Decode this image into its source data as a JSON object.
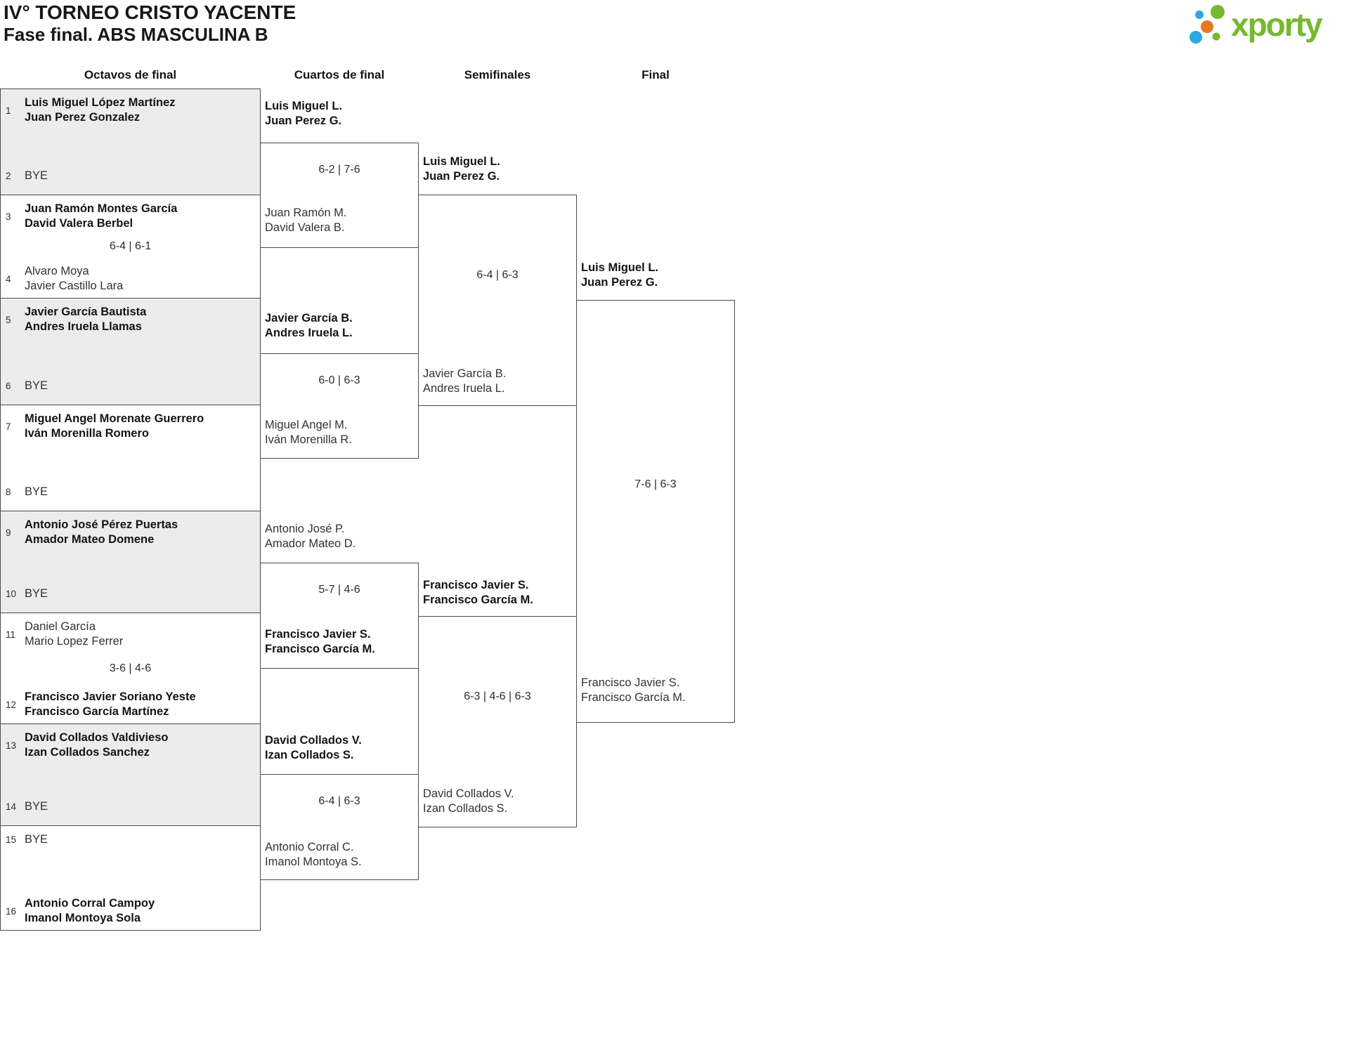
{
  "header": {
    "title": "IV° TORNEO CRISTO YACENTE",
    "subtitle": "Fase final. ABS MASCULINA B"
  },
  "logo": {
    "text": "xporty",
    "green": "#76b82e",
    "blue": "#2ba9e0",
    "orange": "#e87a1e"
  },
  "rounds": [
    "Octavos de final",
    "Cuartos de final",
    "Semifinales",
    "Final"
  ],
  "bracket": {
    "r16": [
      {
        "shaded": true,
        "score": "",
        "team1": {
          "seed": "1",
          "lines": [
            "Luis Miguel López Martínez",
            "Juan Perez Gonzalez"
          ],
          "winner": true
        },
        "team2": {
          "seed": "2",
          "lines": [
            "BYE"
          ],
          "winner": false
        }
      },
      {
        "shaded": false,
        "score": "6-4 | 6-1",
        "team1": {
          "seed": "3",
          "lines": [
            "Juan Ramón Montes García",
            "David Valera Berbel"
          ],
          "winner": true
        },
        "team2": {
          "seed": "4",
          "lines": [
            "Alvaro Moya",
            "Javier Castillo Lara"
          ],
          "winner": false
        }
      },
      {
        "shaded": true,
        "score": "",
        "team1": {
          "seed": "5",
          "lines": [
            "Javier García Bautista",
            "Andres Iruela Llamas"
          ],
          "winner": true
        },
        "team2": {
          "seed": "6",
          "lines": [
            "BYE"
          ],
          "winner": false
        }
      },
      {
        "shaded": false,
        "score": "",
        "team1": {
          "seed": "7",
          "lines": [
            "Miguel Angel Morenate Guerrero",
            "Iván Morenilla Romero"
          ],
          "winner": true
        },
        "team2": {
          "seed": "8",
          "lines": [
            "BYE"
          ],
          "winner": false
        }
      },
      {
        "shaded": true,
        "score": "",
        "team1": {
          "seed": "9",
          "lines": [
            "Antonio José Pérez Puertas",
            "Amador Mateo Domene"
          ],
          "winner": true
        },
        "team2": {
          "seed": "10",
          "lines": [
            "BYE"
          ],
          "winner": false
        }
      },
      {
        "shaded": false,
        "score": "3-6 | 4-6",
        "team1": {
          "seed": "11",
          "lines": [
            "Daniel García",
            "Mario Lopez Ferrer"
          ],
          "winner": false
        },
        "team2": {
          "seed": "12",
          "lines": [
            "Francisco Javier Soriano Yeste",
            "Francisco García Martínez"
          ],
          "winner": true
        }
      },
      {
        "shaded": true,
        "score": "",
        "team1": {
          "seed": "13",
          "lines": [
            "David Collados Valdivieso",
            "Izan Collados Sanchez"
          ],
          "winner": true
        },
        "team2": {
          "seed": "14",
          "lines": [
            "BYE"
          ],
          "winner": false
        }
      },
      {
        "shaded": false,
        "score": "",
        "team1": {
          "seed": "15",
          "lines": [
            "BYE"
          ],
          "winner": false
        },
        "team2": {
          "seed": "16",
          "lines": [
            "Antonio Corral Campoy",
            "Imanol Montoya Sola"
          ],
          "winner": true
        }
      }
    ],
    "qf": [
      {
        "score": "6-2 | 7-6",
        "top": {
          "lines": [
            "Luis Miguel L.",
            "Juan Perez G."
          ],
          "winner": true
        },
        "bottom": {
          "lines": [
            "Juan Ramón M.",
            "David Valera B."
          ],
          "winner": false
        }
      },
      {
        "score": "6-0 | 6-3",
        "top": {
          "lines": [
            "Javier García B.",
            "Andres Iruela L."
          ],
          "winner": true
        },
        "bottom": {
          "lines": [
            "Miguel Angel M.",
            "Iván Morenilla R."
          ],
          "winner": false
        }
      },
      {
        "score": "5-7 | 4-6",
        "top": {
          "lines": [
            "Antonio José P.",
            "Amador Mateo D."
          ],
          "winner": false
        },
        "bottom": {
          "lines": [
            "Francisco Javier S.",
            "Francisco García M."
          ],
          "winner": true
        }
      },
      {
        "score": "6-4 | 6-3",
        "top": {
          "lines": [
            "David Collados V.",
            "Izan Collados S."
          ],
          "winner": true
        },
        "bottom": {
          "lines": [
            "Antonio Corral C.",
            "Imanol Montoya S."
          ],
          "winner": false
        }
      }
    ],
    "sf": [
      {
        "score": "6-4 | 6-3",
        "top": {
          "lines": [
            "Luis Miguel L.",
            "Juan Perez G."
          ],
          "winner": true
        },
        "bottom": {
          "lines": [
            "Javier García B.",
            "Andres Iruela L."
          ],
          "winner": false
        }
      },
      {
        "score": "6-3 | 4-6 | 6-3",
        "top": {
          "lines": [
            "Francisco Javier S.",
            "Francisco García M."
          ],
          "winner": true
        },
        "bottom": {
          "lines": [
            "David Collados V.",
            "Izan Collados S."
          ],
          "winner": false
        }
      }
    ],
    "final": {
      "score": "7-6 | 6-3",
      "top": {
        "lines": [
          "Luis Miguel L.",
          "Juan Perez G."
        ],
        "winner": true
      },
      "bottom": {
        "lines": [
          "Francisco Javier S.",
          "Francisco García M."
        ],
        "winner": false
      }
    }
  }
}
